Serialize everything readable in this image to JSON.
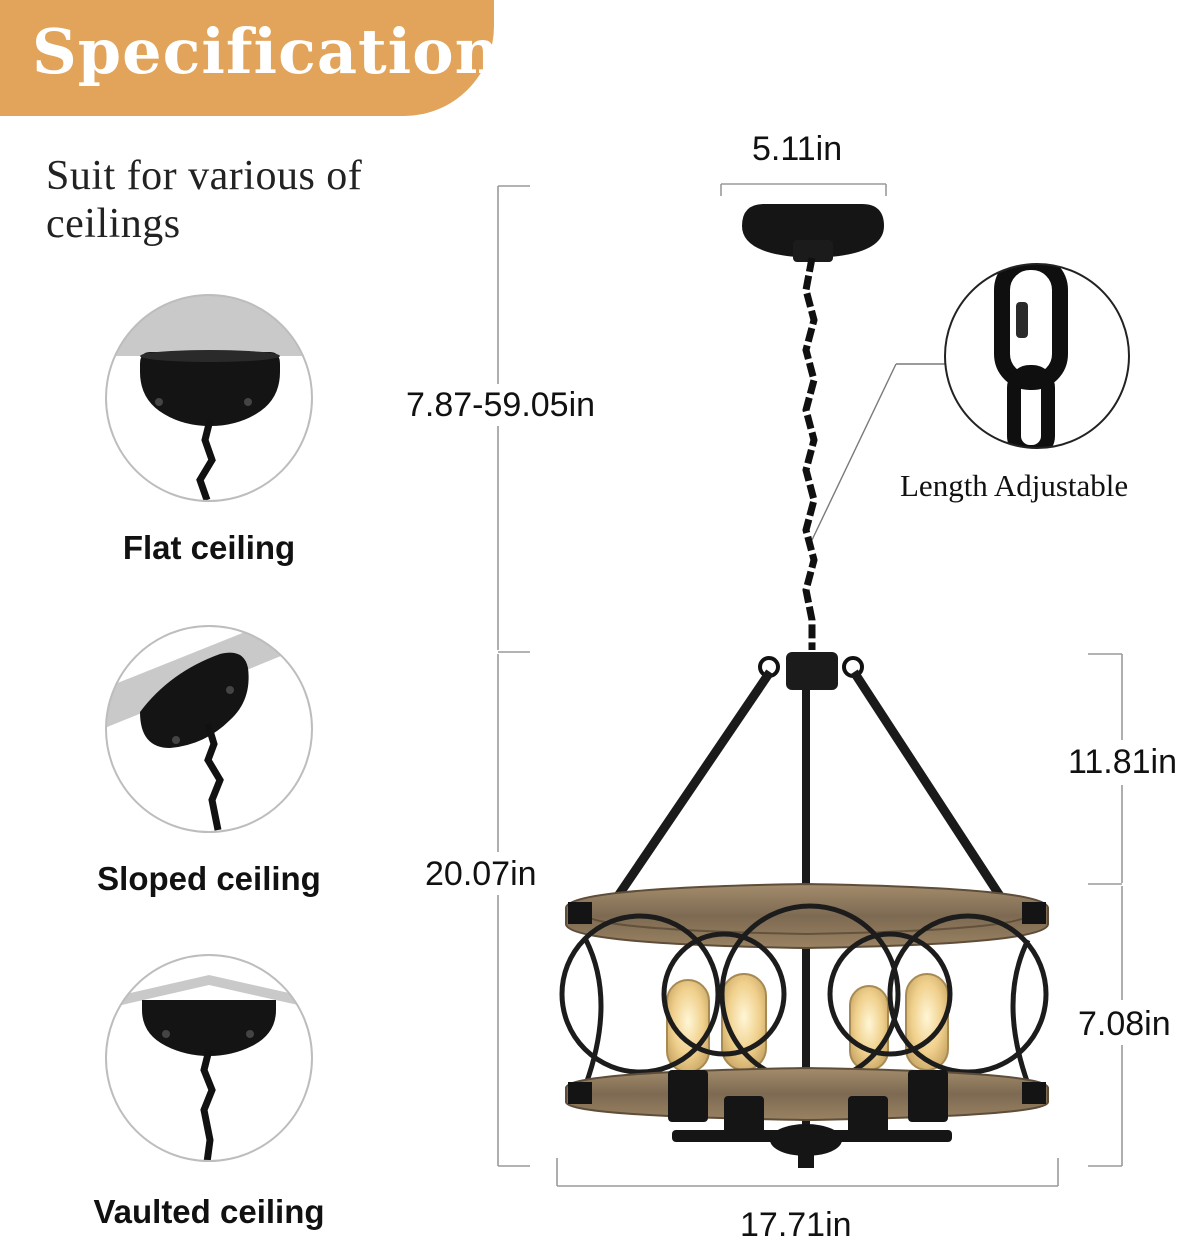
{
  "header": {
    "title": "Specification"
  },
  "subtitle": "Suit for various of ceilings",
  "ceilings": [
    {
      "label": "Flat ceiling",
      "icon": "flat-ceiling-mount-icon"
    },
    {
      "label": "Sloped ceiling",
      "icon": "sloped-ceiling-mount-icon"
    },
    {
      "label": "Vaulted ceiling",
      "icon": "vaulted-ceiling-mount-icon"
    }
  ],
  "dimensions": {
    "canopy_width": "5.11in",
    "chain_length": "7.87-59.05in",
    "total_height": "20.07in",
    "frame_height": "11.81in",
    "shade_height": "7.08in",
    "shade_width": "17.71in"
  },
  "callout": {
    "label": "Length Adjustable",
    "icon": "chain-link-detail-icon"
  },
  "colors": {
    "banner": "#e1a45a",
    "metal": "#1a1a1a",
    "wood": "#8a7458",
    "bulb_glow": "#f4d89a"
  }
}
